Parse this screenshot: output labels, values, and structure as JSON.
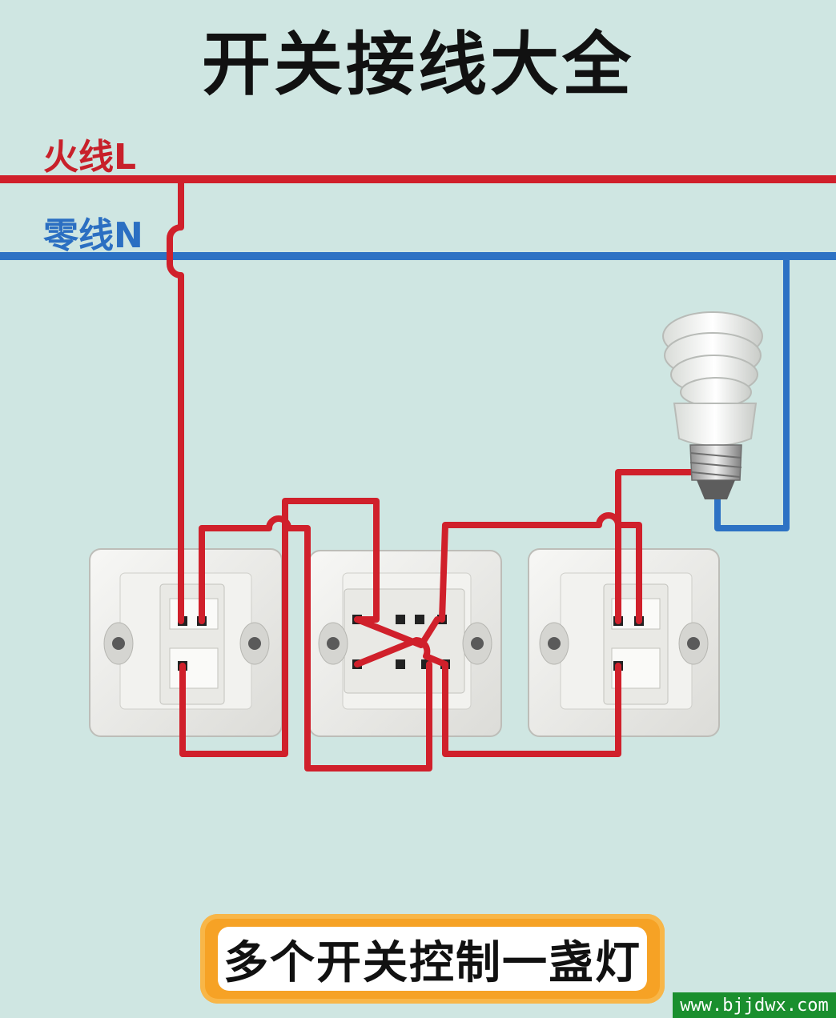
{
  "title": "开关接线大全",
  "live_label": "火线L",
  "neutral_label": "零线N",
  "banner": "多个开关控制一盏灯",
  "watermark": "www.bjjdwx.com",
  "colors": {
    "background": "#cfe6e2",
    "live_wire": "#d0202b",
    "neutral_wire": "#2d72c4",
    "banner": "#f6a225",
    "watermark_bg": "#1a8f2e"
  },
  "components": {
    "switches": [
      "single-pole-double-throw",
      "intermediate",
      "single-pole-double-throw"
    ],
    "lamp": "spiral-cfl-bulb-icon"
  }
}
